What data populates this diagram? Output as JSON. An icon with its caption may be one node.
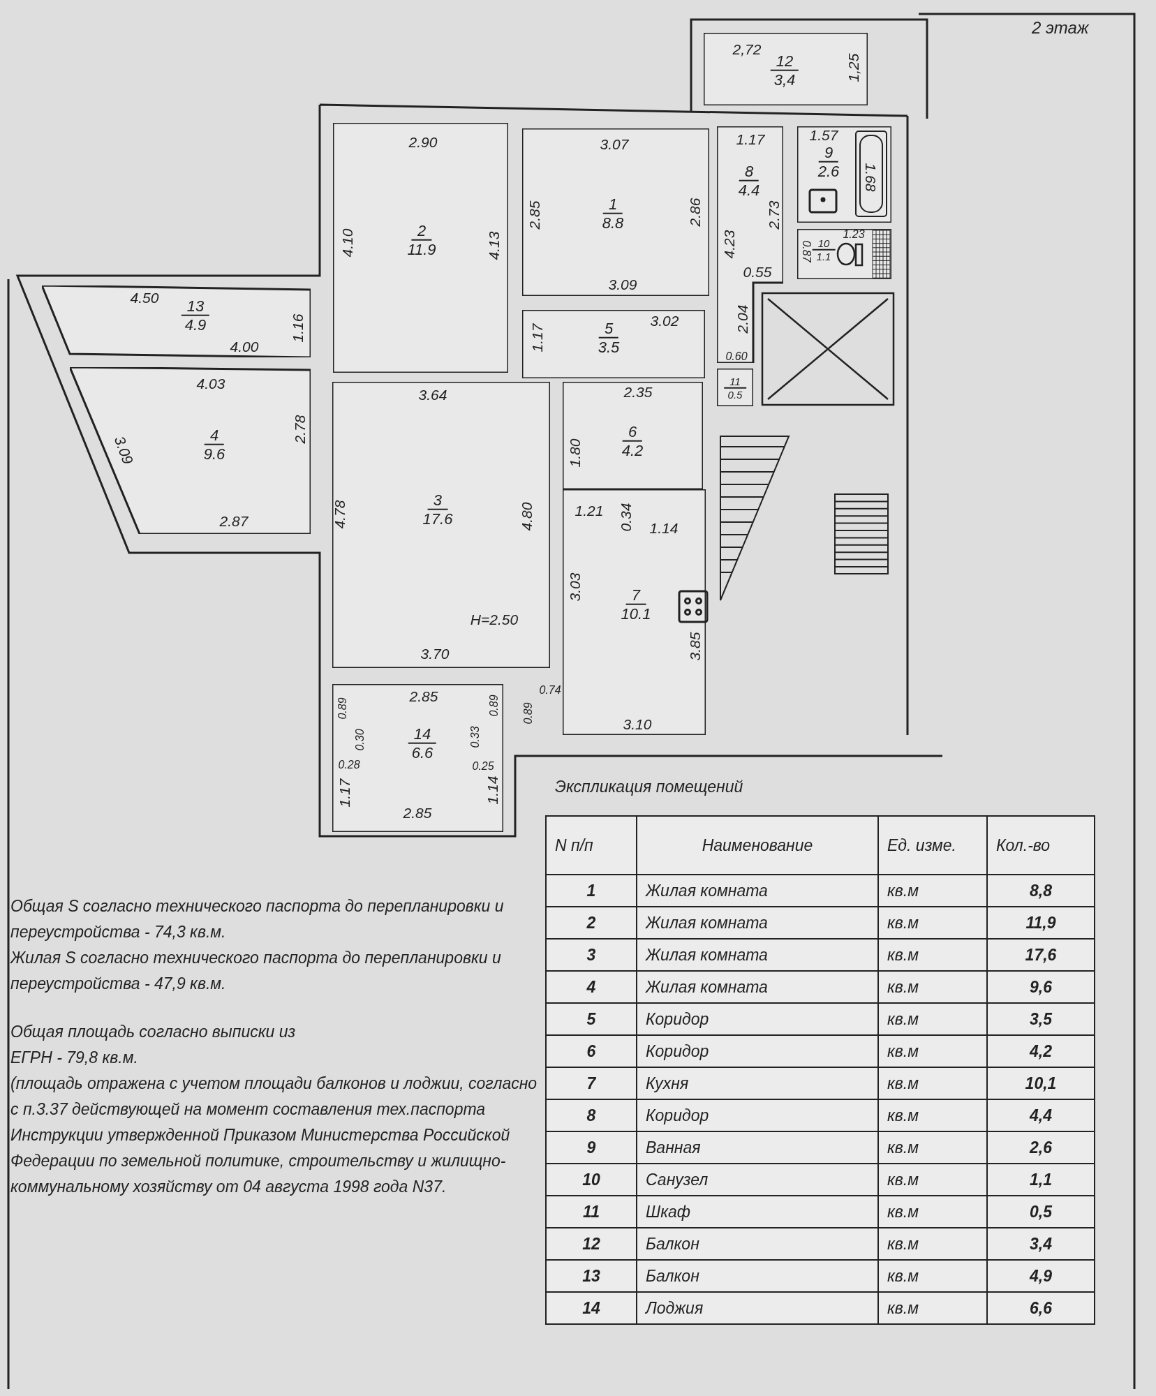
{
  "diagram": {
    "title": "2 этаж",
    "nodes": [
      {
        "text": [
          "12",
          "3,4"
        ]
      },
      {
        "text": [
          "2",
          "11.9"
        ]
      },
      {
        "text": [
          "1",
          "8.8"
        ]
      },
      {
        "text": [
          "9",
          "2.6"
        ]
      },
      {
        "text": [
          "8",
          "4.4"
        ]
      },
      {
        "text": [
          "10",
          "1.1"
        ]
      },
      {
        "text": [
          "13",
          "4.9"
        ]
      },
      {
        "text": [
          "5",
          "3.5"
        ]
      },
      {
        "text": [
          "11",
          "0.5"
        ]
      },
      {
        "text": [
          "4",
          "9.6"
        ]
      },
      {
        "text": [
          "6",
          "4.2"
        ]
      },
      {
        "text": [
          "3",
          "17.6"
        ]
      },
      {
        "text": [
          "7",
          "10.1"
        ]
      },
      {
        "text": [
          "14",
          "6.6"
        ]
      }
    ],
    "labels": [
      "2,72",
      "1,25",
      "2.90",
      "3.07",
      "1.17",
      "1.57",
      "1.68",
      "2.85",
      "2.86",
      "4.10",
      "4.13",
      "2.73",
      "4.23",
      "1.23",
      "0.87",
      "0.55",
      "3.09",
      "4.50",
      "1.16",
      "3.02",
      "1.17",
      "2.04",
      "4.00",
      "0.60",
      "4.03",
      "3.64",
      "2.35",
      "3.09",
      "2.78",
      "1.80",
      "1.21",
      "0.34",
      "1.14",
      "4.78",
      "4.80",
      "2.87",
      "3.03",
      "H=2.50",
      "3.85",
      "3.70",
      "0.74",
      "2.85",
      "0.89",
      "0.89",
      "0.89",
      "3.10",
      "0.30",
      "0.33",
      "0.28",
      "0.25",
      "1.17",
      "1.14",
      "2.85",
      "Экспликация помещений",
      "N п/п",
      "Наименование",
      "Ед. изме.",
      "Кол.-во",
      "1",
      "Жилая комната",
      "кв.м",
      "8,8",
      "2",
      "Жилая комната",
      "кв.м",
      "11,9",
      "3",
      "Жилая комната",
      "кв.м",
      "17,6",
      "4",
      "Жилая комната",
      "кв.м",
      "9,6",
      "5",
      "Коридор",
      "кв.м",
      "3,5",
      "6",
      "Коридор",
      "кв.м",
      "4,2",
      "7",
      "Кухня",
      "кв.м",
      "10,1",
      "8",
      "Коридор",
      "кв.м",
      "4,4",
      "9",
      "Ванная",
      "кв.м",
      "2,6",
      "10",
      "Санузел",
      "кв.м",
      "1,1",
      "11",
      "Шкаф",
      "кв.м",
      "0,5",
      "12",
      "Балкон",
      "кв.м",
      "3,4",
      "13",
      "Балкон",
      "кв.м",
      "4,9",
      "14",
      "Лоджия",
      "кв.м",
      "6,6",
      "Общая S согласно технического паспорта до перепланировки и переустройства - 74,3 кв.м.",
      "Жилая S согласно технического паспорта до перепланировки и переустройства - 47,9 кв.м.",
      "Общая площадь согласно выписки из ЕГРН - 79,8 кв.м.",
      "(площадь отражена с учетом площади балконов и лоджии, согласно с п.3.37 действующей на момент составления тех.паспорта Инструкции утвержденной Приказом Министерства Российской Федерации по земельной политике, строительству и жилищно-коммунальному хозяйству от 04 августа 1998 года N37."
    ]
  }
}
